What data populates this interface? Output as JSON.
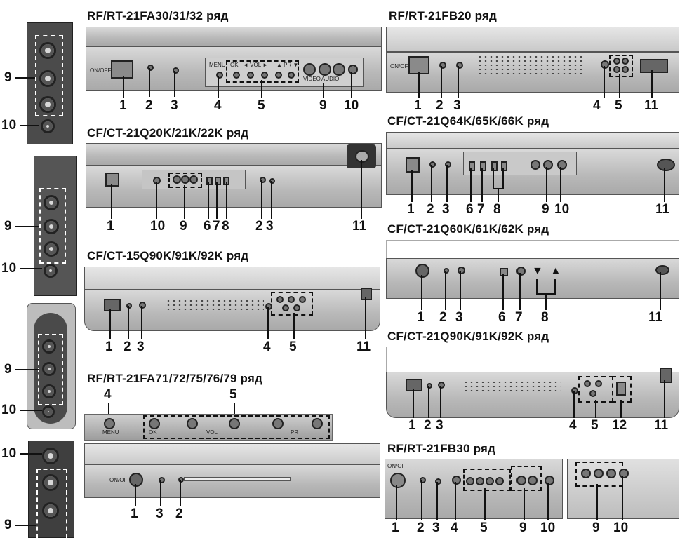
{
  "models": {
    "fa30": "RF/RT-21FA30/31/32 ряд",
    "fb20": "RF/RT-21FB20 ряд",
    "q20k": "CF/CT-21Q20K/21K/22K ряд",
    "q64k": "CF/CT-21Q64K/65K/66K ряд",
    "q90k15": "CF/CT-15Q90K/91K/92K ряд",
    "q60k": "CF/CT-21Q60K/61K/62K ряд",
    "q90k21": "CF/CT-21Q90K/91K/92K ряд",
    "fa71": "RF/RT-21FA71/72/75/76/79 ряд",
    "fb30": "RF/RT-21FB30 ряд"
  },
  "panel_labels": {
    "onoff": "ON/OFF",
    "menu": "MENU",
    "ok": "OK",
    "vol": "◄ VOL ►",
    "pr": "▲ PR ▼",
    "video": "VIDEO",
    "audio": "AUDIO",
    "ok_small": "OK",
    "pr_small": "PR",
    "vol_small": "VOL"
  },
  "callouts": {
    "fa30": [
      "1",
      "2",
      "3",
      "4",
      "5",
      "9",
      "10"
    ],
    "fb20": [
      "1",
      "2",
      "3",
      "4",
      "5",
      "11"
    ],
    "q20k": [
      "1",
      "10",
      "9",
      "6",
      "7",
      "8",
      "2",
      "3",
      "11"
    ],
    "q64k": [
      "1",
      "2",
      "3",
      "6",
      "7",
      "8",
      "9",
      "10",
      "11"
    ],
    "q90k15": [
      "1",
      "2",
      "3",
      "4",
      "5",
      "11"
    ],
    "q60k": [
      "1",
      "2",
      "3",
      "6",
      "7",
      "8",
      "11"
    ],
    "q90k21": [
      "1",
      "2",
      "3",
      "4",
      "5",
      "12",
      "11"
    ],
    "fa71_top": [
      "4",
      "5"
    ],
    "fa71_bottom": [
      "1",
      "3",
      "2"
    ],
    "fb30": [
      "1",
      "2",
      "3",
      "4",
      "5",
      "9",
      "10",
      "9",
      "10"
    ],
    "side1": [
      "9",
      "10"
    ],
    "side2": [
      "9",
      "10"
    ],
    "side3": [
      "9",
      "10"
    ],
    "side4": [
      "10",
      "9"
    ]
  }
}
